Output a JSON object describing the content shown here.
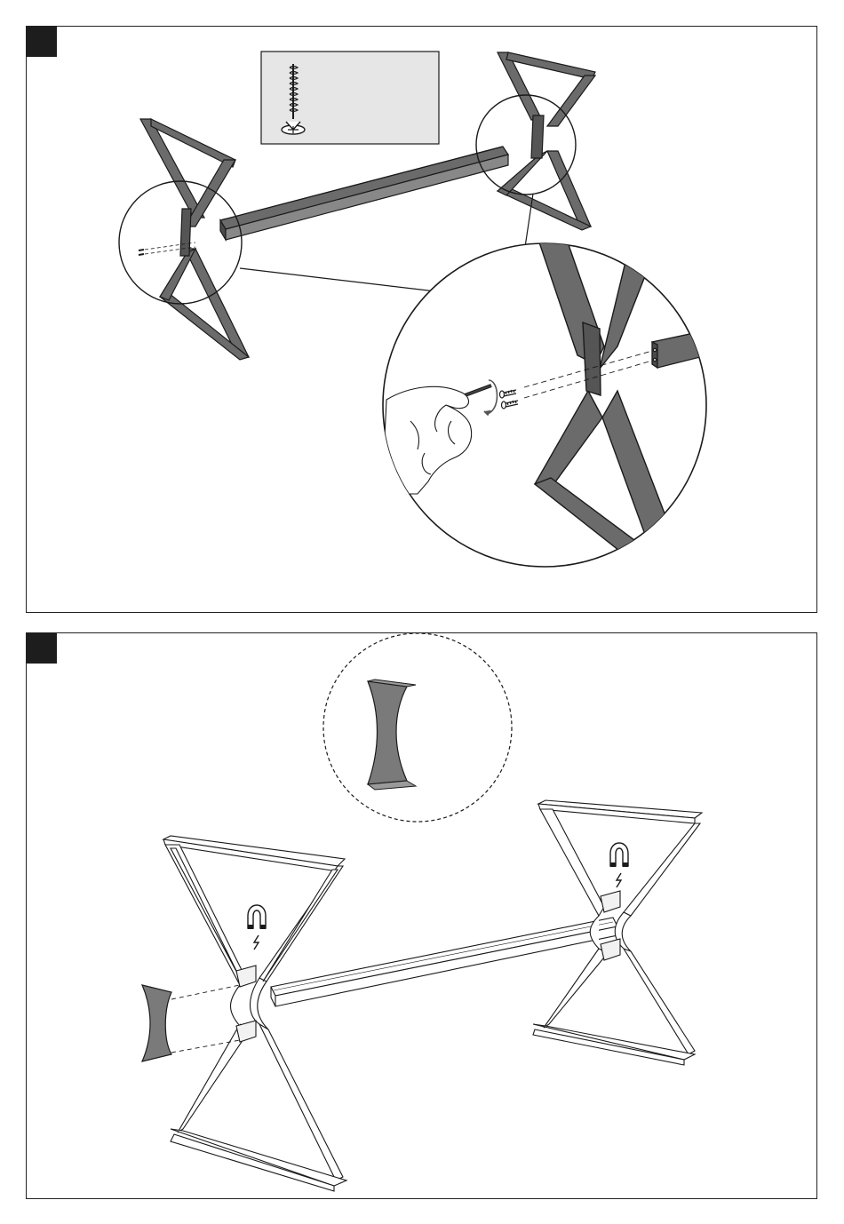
{
  "document": {
    "type": "assembly-instructions",
    "steps": [
      {
        "id": "step-1",
        "marker": "",
        "description_parts": [
          "x-leg-left",
          "x-leg-right",
          "crossbar",
          "screw-inset",
          "detail-zoom-callout",
          "hand-with-allen-key",
          "two-screws"
        ],
        "screw_count": 2
      },
      {
        "id": "step-2",
        "marker": "",
        "description_parts": [
          "magnetic-cover-plate-inset",
          "x-leg-left",
          "x-leg-right",
          "crossbar",
          "magnet-icon-left",
          "magnet-icon-right",
          "cover-plate"
        ]
      }
    ]
  },
  "colors": {
    "frame_fill": "#6b6b6b",
    "frame_stroke": "#1a1a1a",
    "inset_bg": "#e6e6e6",
    "plate_fill": "#7a7a7a",
    "line": "#1a1a1a",
    "outline_fill": "#ffffff"
  },
  "icons": {
    "magnet": "magnet-icon",
    "lightning": "lightning-icon",
    "rotate": "rotate-arrow-icon",
    "screw": "screw-icon"
  }
}
